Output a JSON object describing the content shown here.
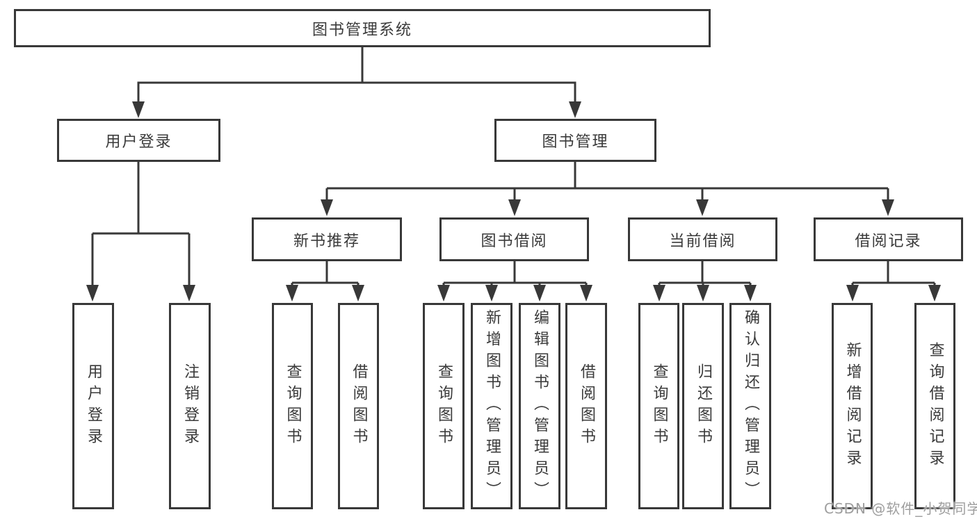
{
  "tree": {
    "label": "图书管理系统",
    "children": [
      {
        "label": "用户登录",
        "children": [
          {
            "label": "用户登录"
          },
          {
            "label": "注销登录"
          }
        ]
      },
      {
        "label": "图书管理",
        "children": [
          {
            "label": "新书推荐",
            "children": [
              {
                "label": "查询图书"
              },
              {
                "label": "借阅图书"
              }
            ]
          },
          {
            "label": "图书借阅",
            "children": [
              {
                "label": "查询图书"
              },
              {
                "label": "新增图书（管理员）"
              },
              {
                "label": "编辑图书（管理员）"
              },
              {
                "label": "借阅图书"
              }
            ]
          },
          {
            "label": "当前借阅",
            "children": [
              {
                "label": "查询图书"
              },
              {
                "label": "归还图书"
              },
              {
                "label": "确认归还（管理员）"
              }
            ]
          },
          {
            "label": "借阅记录",
            "children": [
              {
                "label": "新增借阅记录"
              },
              {
                "label": "查询借阅记录"
              }
            ]
          }
        ]
      }
    ]
  },
  "watermark": "CSDN @软件_小贺同学",
  "colors": {
    "line": "#383838",
    "text": "#3a3a3a",
    "watermark": "#9e9e9e",
    "background": "#ffffff"
  }
}
